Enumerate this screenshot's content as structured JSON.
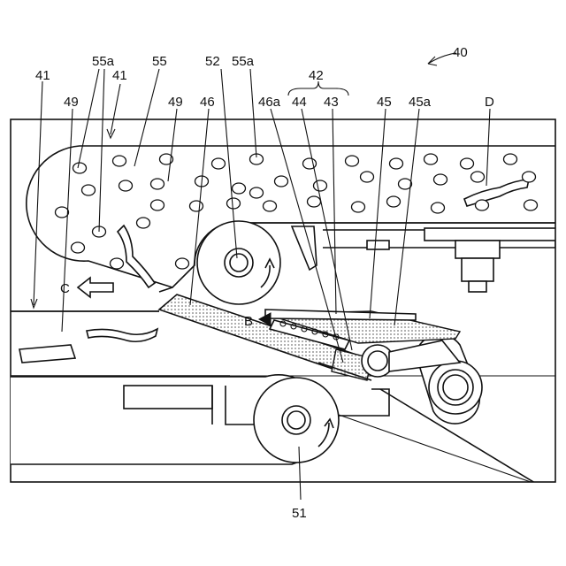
{
  "figure": {
    "reference_numeral": "40",
    "labels": {
      "l41_left": "41",
      "l55a_top": "55a",
      "l41_top": "41",
      "l55": "55",
      "l52": "52",
      "l55a_right": "55a",
      "l42": "42",
      "l49_left": "49",
      "l49_mid": "49",
      "l46": "46",
      "l46a": "46a",
      "l44": "44",
      "l43": "43",
      "l45": "45",
      "l45a": "45a",
      "lD": "D",
      "lC": "C",
      "lB": "B",
      "l51": "51"
    },
    "colors": {
      "line": "#111111",
      "background": "#ffffff",
      "dot_fill": "#bbbbbb"
    }
  }
}
